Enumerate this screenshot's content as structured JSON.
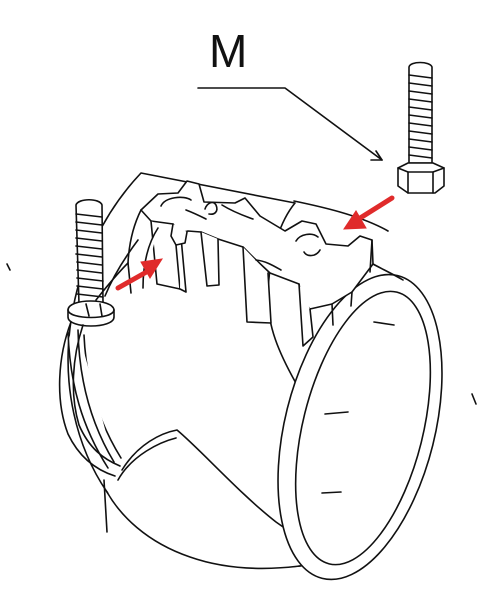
{
  "callout": {
    "label": "M"
  },
  "colors": {
    "line": "#111111",
    "arrow": "#e02b2b",
    "fill": "#ffffff"
  },
  "icons": {
    "arrow_primary": "red-arrow-right",
    "arrow_secondary": "red-arrow-left",
    "bolt": "hex-bolt-icon"
  }
}
